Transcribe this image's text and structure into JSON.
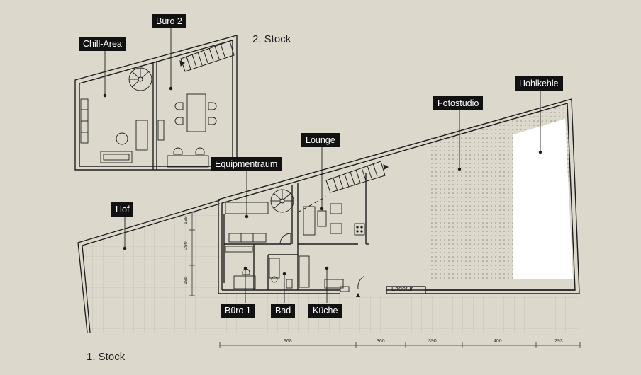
{
  "floors": {
    "upper": "2. Stock",
    "lower": "1. Stock"
  },
  "rooms": {
    "chill_area": "Chill-Area",
    "buero2": "Büro 2",
    "hof": "Hof",
    "equipmentraum": "Equipmentraum",
    "lounge": "Lounge",
    "fotostudio": "Fotostudio",
    "hohlkehle": "Hohlkehle",
    "buero1": "Büro 1",
    "bad": "Bad",
    "kueche": "Küche"
  },
  "door_label": "Ladetür",
  "dimensions": {
    "horizontal": [
      "968",
      "360",
      "390",
      "400",
      "293"
    ],
    "vertical": [
      "199",
      "290",
      "195"
    ]
  },
  "colors": {
    "background": "#dcd9cc",
    "wall": "#1e1e1e",
    "tag_bg": "#111111",
    "tag_text": "#ffffff",
    "cyclorama": "#ffffff"
  }
}
